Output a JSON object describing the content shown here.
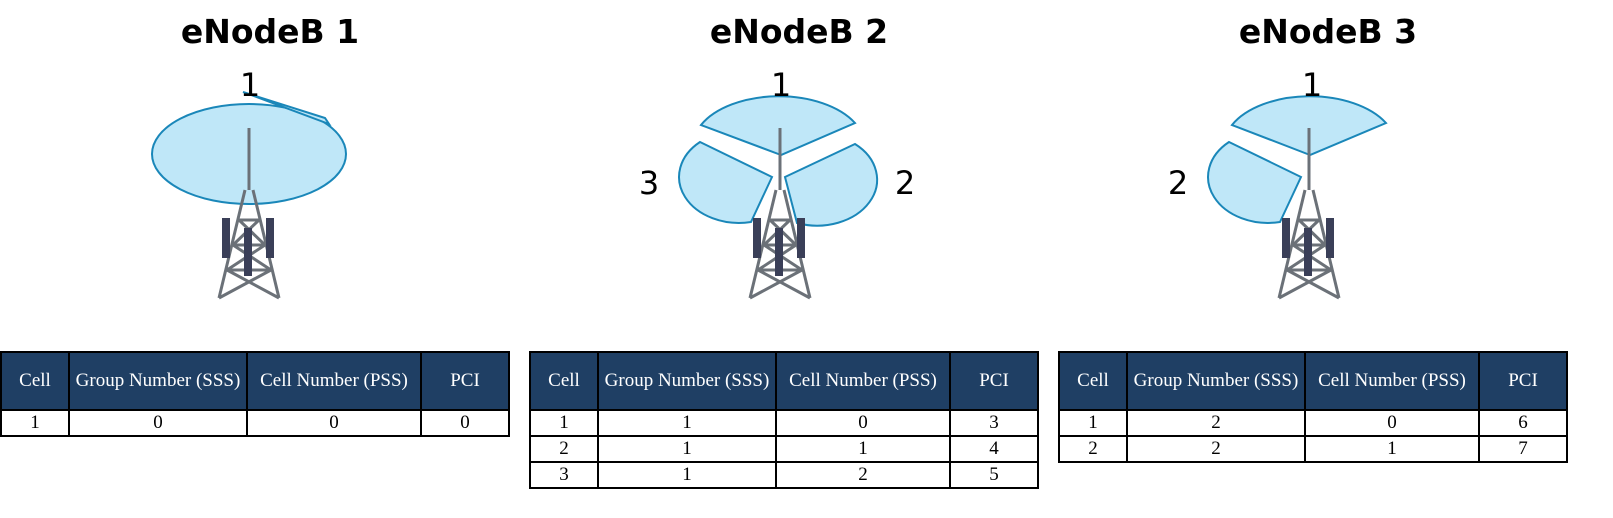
{
  "stations": [
    {
      "title": "eNodeB 1",
      "sector_labels": [
        "1"
      ],
      "table": {
        "headers": [
          "Cell",
          "Group Number (SSS)",
          "Cell Number (PSS)",
          "PCI"
        ],
        "rows": [
          [
            "1",
            "0",
            "0",
            "0"
          ]
        ]
      }
    },
    {
      "title": "eNodeB 2",
      "sector_labels": [
        "1",
        "2",
        "3"
      ],
      "table": {
        "headers": [
          "Cell",
          "Group Number (SSS)",
          "Cell Number (PSS)",
          "PCI"
        ],
        "rows": [
          [
            "1",
            "1",
            "0",
            "3"
          ],
          [
            "2",
            "1",
            "1",
            "4"
          ],
          [
            "3",
            "1",
            "2",
            "5"
          ]
        ]
      }
    },
    {
      "title": "eNodeB 3",
      "sector_labels": [
        "1",
        "2"
      ],
      "table": {
        "headers": [
          "Cell",
          "Group Number (SSS)",
          "Cell Number (PSS)",
          "PCI"
        ],
        "rows": [
          [
            "1",
            "2",
            "0",
            "6"
          ],
          [
            "2",
            "2",
            "1",
            "7"
          ]
        ]
      }
    }
  ],
  "colors": {
    "coverage_fill": "#bfe7f8",
    "coverage_stroke": "#1a87b9",
    "header_bg": "#1f3f64",
    "tower": "#6b7178",
    "antenna_panel": "#3a3f58"
  }
}
